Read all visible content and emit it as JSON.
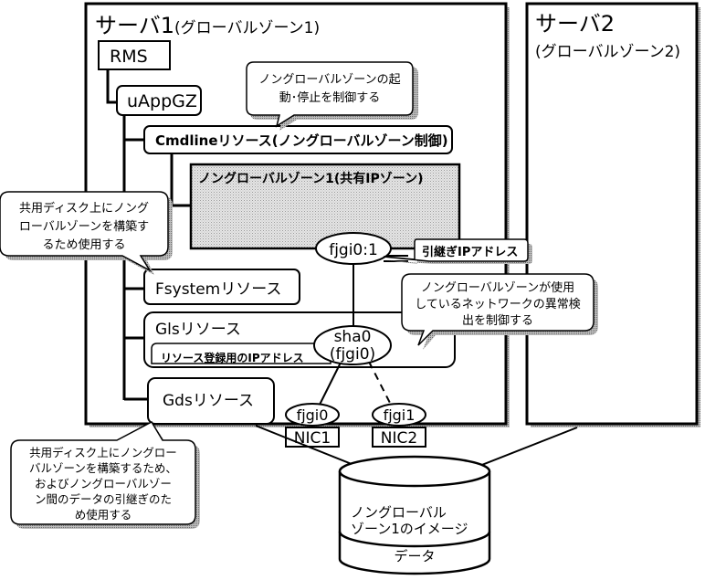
{
  "server1": {
    "title_main": "サーバ1",
    "title_sub": "(グローバルゾーン1)"
  },
  "server2": {
    "title_main": "サーバ2",
    "title_sub": "(グローバルゾーン2)"
  },
  "tree": {
    "rms": "RMS",
    "uappgz": "uAppGZ",
    "cmdline": {
      "prefix": "Cmdline",
      "suffix": "リソース(ノングローバルゾーン制御)"
    },
    "ngz": {
      "label": "ノングローバルゾーン1(共有IPゾーン)"
    },
    "fsystem": {
      "prefix": "Fsystem",
      "suffix": "リソース"
    },
    "gls": {
      "prefix": "Gls",
      "suffix": "リソース",
      "ip_label": "リソース登録用のIPアドレス"
    },
    "gds": {
      "prefix": "Gds",
      "suffix": "リソース"
    }
  },
  "network": {
    "logical_if": "fjgi0:1",
    "takeover_ip_label": "引継ぎIPアドレス",
    "sha_line1": "sha0",
    "sha_line2": "(fjgi0)",
    "nic_if_1": "fjgi0",
    "nic_if_2": "fjgi1",
    "nic_1": "NIC1",
    "nic_2": "NIC2"
  },
  "callouts": {
    "cmdline_note": [
      "ノングローバルゾーンの起",
      "動･停止を制御する"
    ],
    "fsystem_note": [
      "共用ディスク上にノング",
      "ローバルゾーンを構築す",
      "るため使用する"
    ],
    "gls_note": [
      "ノングローバルゾーンが使用",
      "しているネットワークの異常検",
      "出を制御する"
    ],
    "gds_note": [
      "共用ディスク上にノングロー",
      "バルゾーンを構築するため、",
      "およびノングローバルゾー",
      "ン間のデータの引継ぎのた",
      "め使用する"
    ]
  },
  "disk": {
    "image_label": [
      "ノングローバル",
      "ゾーン1のイメージ"
    ],
    "data_label": "データ"
  }
}
